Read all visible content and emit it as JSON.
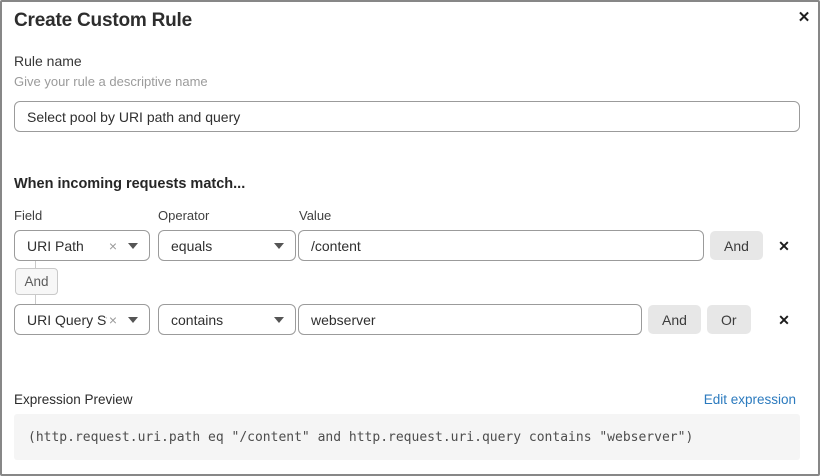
{
  "dialog": {
    "title": "Create Custom Rule",
    "close_icon": "✕"
  },
  "rule_name": {
    "label": "Rule name",
    "hint": "Give your rule a descriptive name",
    "value": "Select pool by URI path and query"
  },
  "matcher": {
    "heading": "When incoming requests match...",
    "columns": {
      "field": "Field",
      "operator": "Operator",
      "value": "Value"
    },
    "connector_label": "And",
    "clear_icon": "×",
    "delete_icon": "✕",
    "rows": [
      {
        "field": "URI Path",
        "operator": "equals",
        "value": "/content",
        "buttons": {
          "and": "And"
        }
      },
      {
        "field": "URI Query St...",
        "operator": "contains",
        "value": "webserver",
        "buttons": {
          "and": "And",
          "or": "Or"
        }
      }
    ]
  },
  "expression": {
    "label": "Expression Preview",
    "edit_link": "Edit expression",
    "preview": "(http.request.uri.path eq \"/content\" and http.request.uri.query contains \"webserver\")"
  },
  "colors": {
    "link_blue": "#2b7abe",
    "button_gray": "#e7e7e7",
    "code_bg": "#f5f5f5",
    "border_gray": "#9b9b9b"
  }
}
